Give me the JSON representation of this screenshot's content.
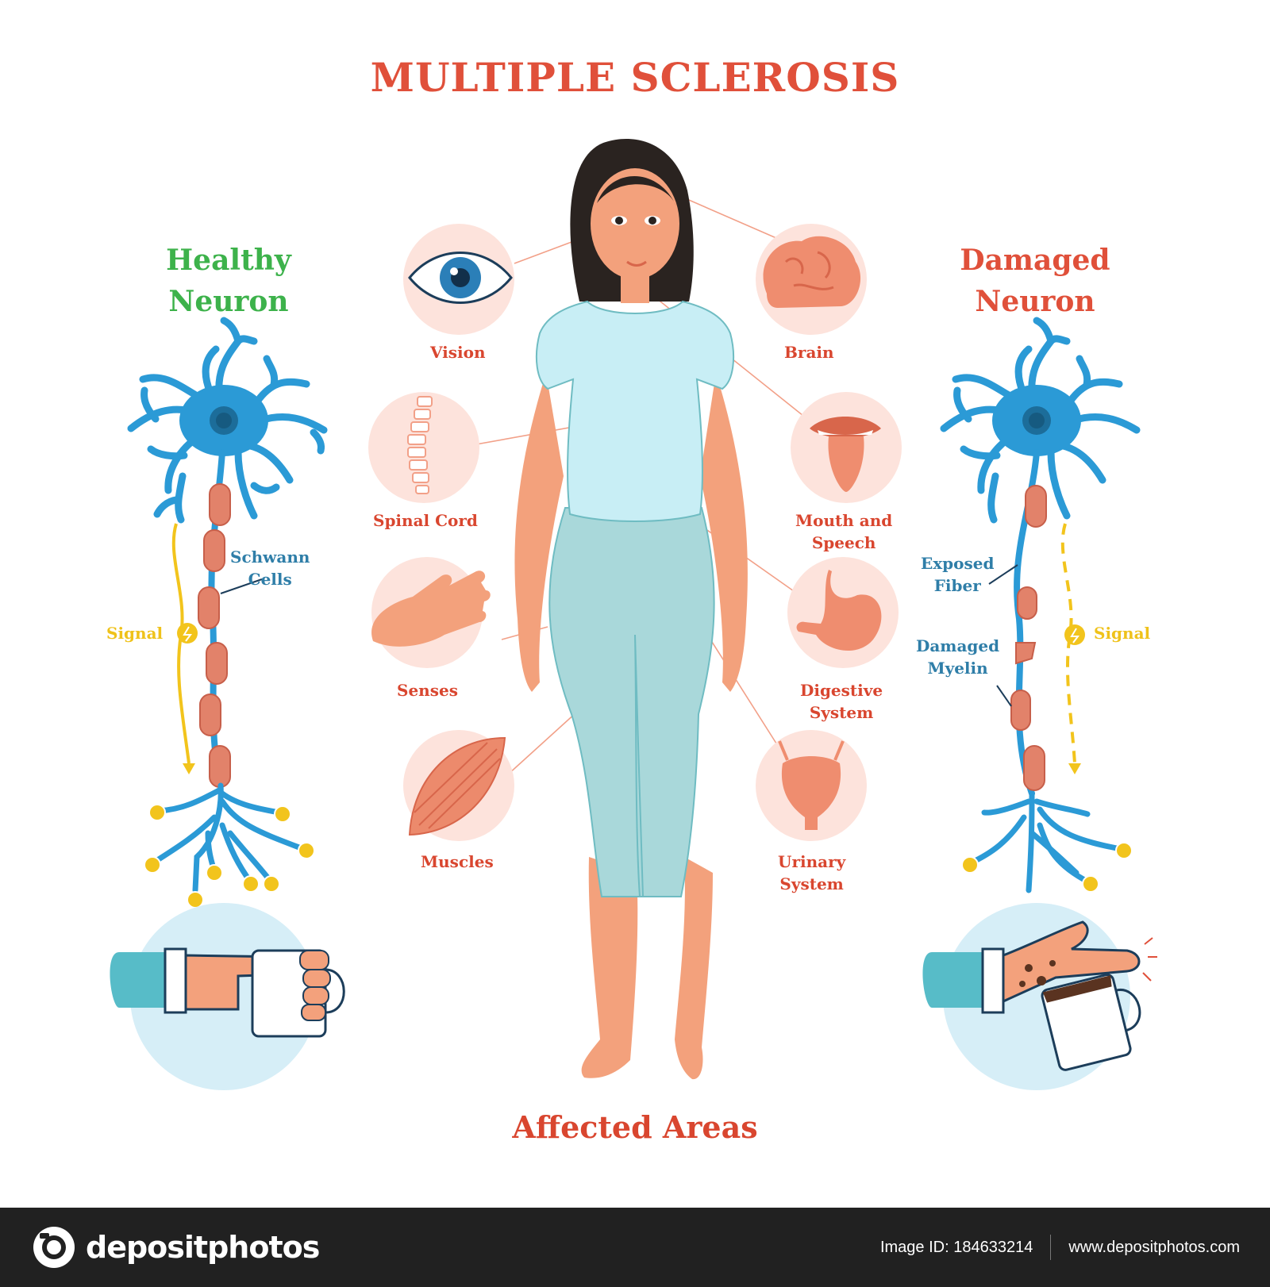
{
  "title": "MULTIPLE SCLEROSIS",
  "left_panel": {
    "heading_line1": "Healthy",
    "heading_line2": "Neuron",
    "schwann_line1": "Schwann",
    "schwann_line2": "Cells",
    "signal": "Signal"
  },
  "right_panel": {
    "heading_line1": "Damaged",
    "heading_line2": "Neuron",
    "exposed_line1": "Exposed",
    "exposed_line2": "Fiber",
    "damaged_line1": "Damaged",
    "damaged_line2": "Myelin",
    "signal": "Signal"
  },
  "affected_areas": {
    "vision": "Vision",
    "brain": "Brain",
    "spinal_cord": "Spinal Cord",
    "mouth_line1": "Mouth and",
    "mouth_line2": "Speech",
    "senses": "Senses",
    "digestive_line1": "Digestive",
    "digestive_line2": "System",
    "muscles": "Muscles",
    "urinary_line1": "Urinary",
    "urinary_line2": "System"
  },
  "caption": "Affected Areas",
  "footer": {
    "brand": "depositphotos",
    "image_id": "Image ID: 184633214",
    "url": "www.depositphotos.com"
  },
  "colors": {
    "title_red": "#e0503a",
    "healthy_green": "#3db24b",
    "neuron_blue": "#2b9ad6",
    "myelin": "#e2826a",
    "signal_yellow": "#f2c41c",
    "circle_pink": "#fde3dc",
    "shirt": "#c8eef5",
    "pants": "#a9d8da",
    "skin": "#f3a17c",
    "footer_bg": "#212121"
  }
}
